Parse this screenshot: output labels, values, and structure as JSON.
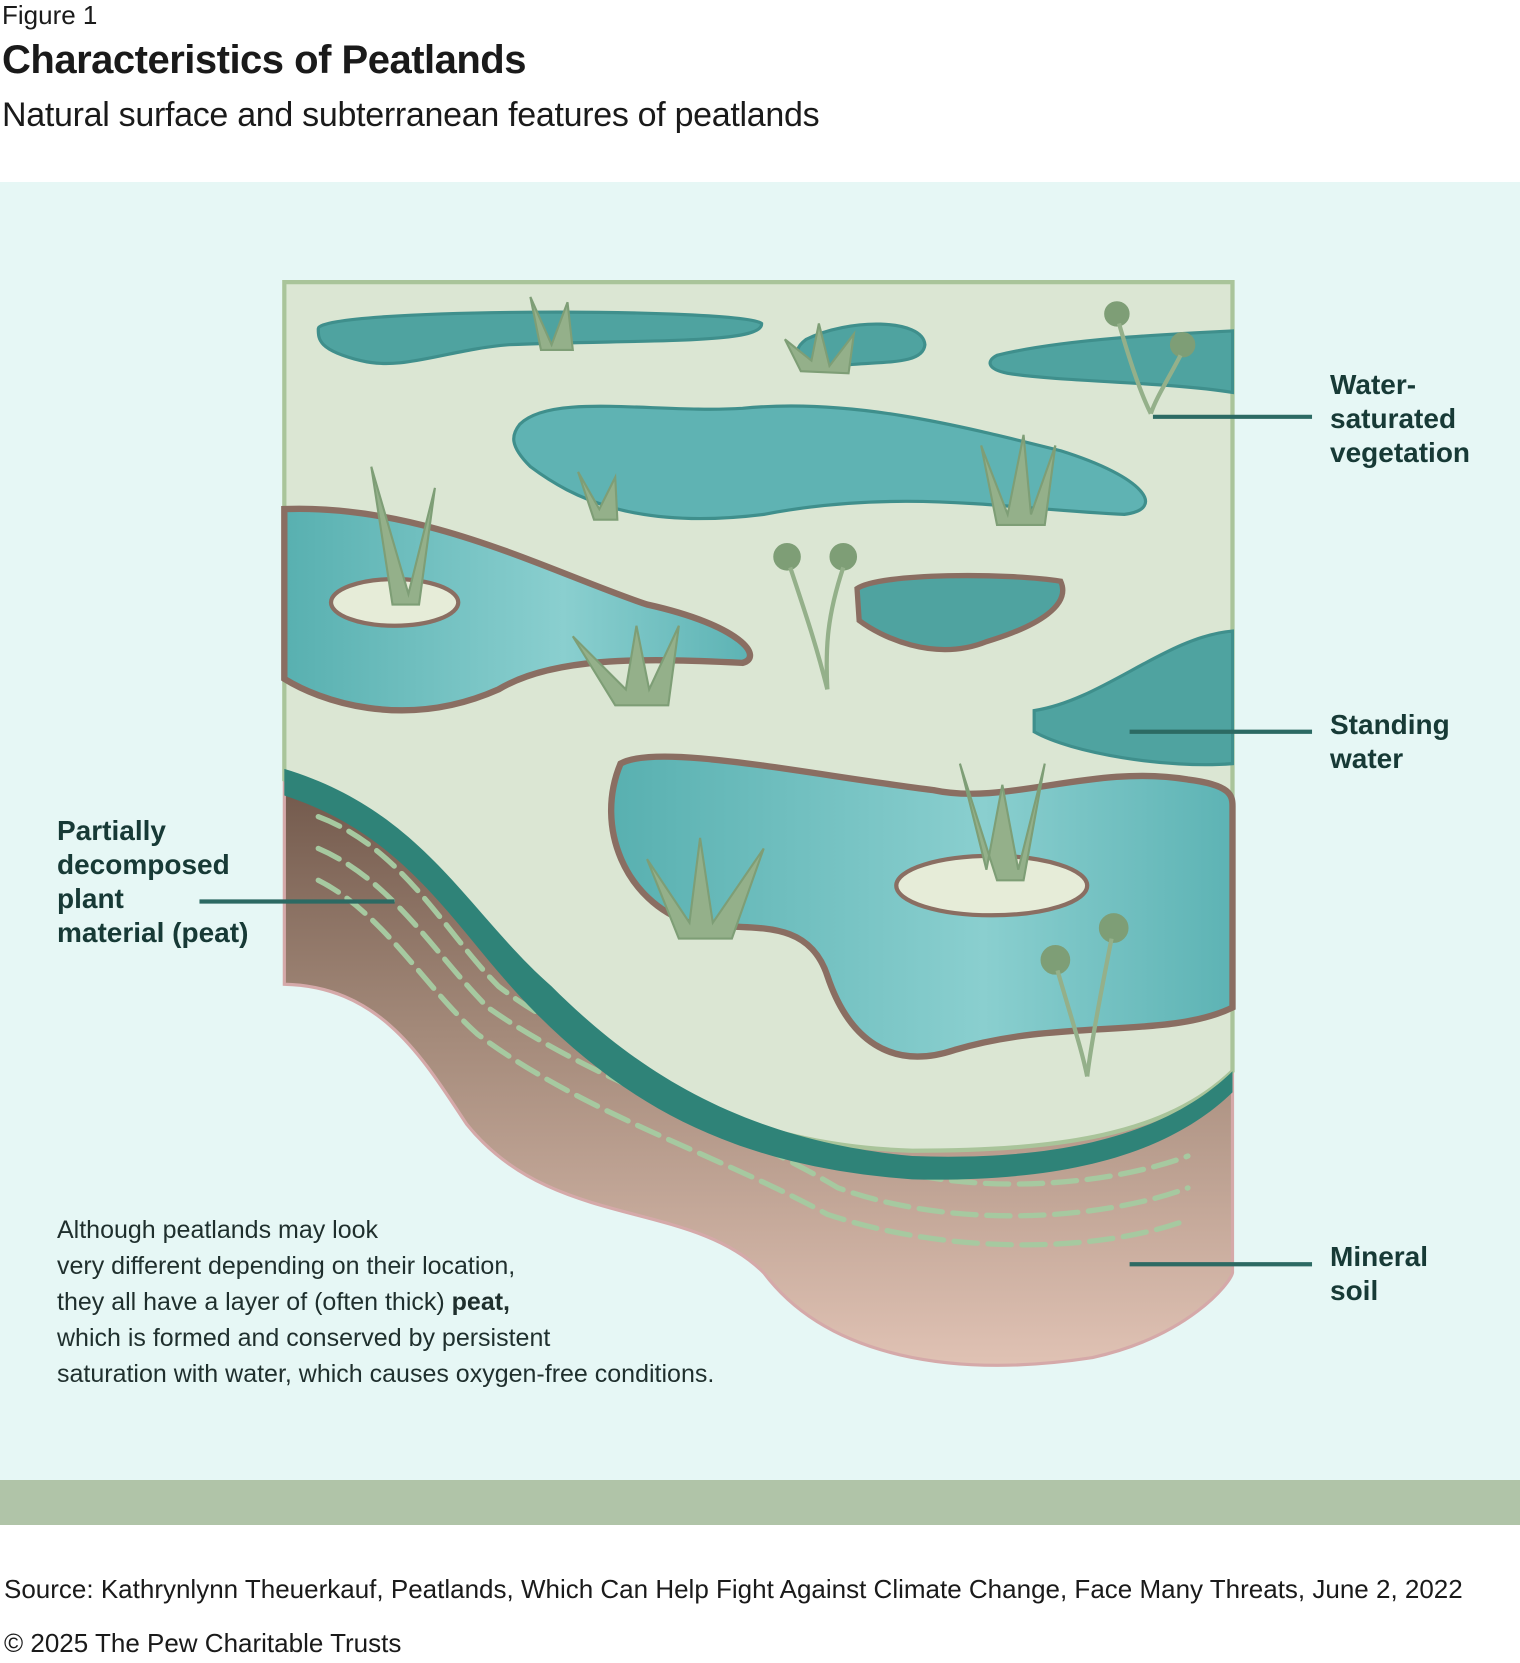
{
  "header": {
    "figure_label": "Figure 1",
    "title": "Characteristics of Peatlands",
    "subtitle": "Natural surface and subterranean features of peatlands"
  },
  "labels": {
    "water_saturated_vegetation": [
      "Water-",
      "saturated",
      "vegetation"
    ],
    "standing_water": [
      "Standing",
      "water"
    ],
    "mineral_soil": [
      "Mineral",
      "soil"
    ],
    "peat": [
      "Partially",
      "decomposed",
      "plant",
      "material (peat)"
    ]
  },
  "description": {
    "lines": [
      "Although peatlands may look",
      "very different depending on their location,",
      "they all have a layer of (often thick) ",
      "which is formed and conserved by persistent",
      "saturation with water, which causes oxygen-free conditions."
    ],
    "bold_word": "peat,"
  },
  "footer": {
    "source": "Source: Kathrynlynn Theuerkauf, Peatlands, Which Can Help Fight Against Climate Change, Face Many Threats, June 2, 2022",
    "copyright": "© 2025 The Pew Charitable Trusts"
  },
  "colors": {
    "background": "#e6f7f5",
    "band": "#b0c4a8",
    "water": "#4fa7a5",
    "vegetation": "#dde7d2",
    "peat": "#8a6e62",
    "mineral": "#d8b8a8",
    "leader": "#2c6a63"
  }
}
